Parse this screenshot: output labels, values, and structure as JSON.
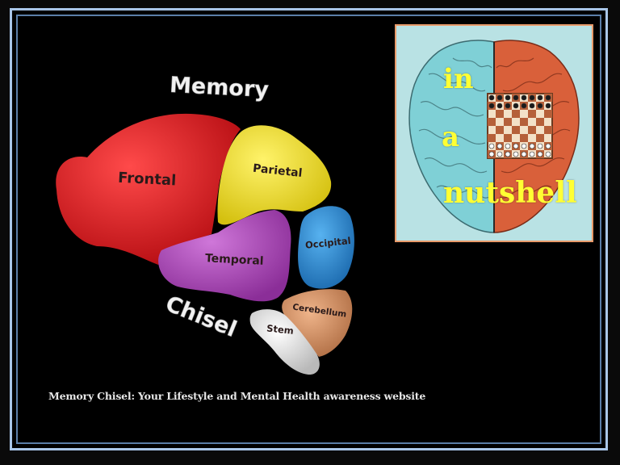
{
  "logo": {
    "title_top": "Memory",
    "title_bottom": "Chisel",
    "lobes": {
      "frontal": "Frontal",
      "parietal": "Parietal",
      "temporal": "Temporal",
      "occipital": "Occipital",
      "cerebellum": "Cerebellum",
      "stem": "Stem"
    },
    "lobe_colors": {
      "frontal": "#e21b22",
      "parietal": "#f5e41f",
      "temporal": "#b24dbf",
      "occipital": "#2f8fd8",
      "cerebellum": "#d3936a",
      "stem": "#e8e8e8"
    }
  },
  "tagline": "Memory Chisel: Your Lifestyle and Mental Health awareness website",
  "nutshell": {
    "line1": "in",
    "line2": "a",
    "line3": "nutshell",
    "text_color": "#ffff33",
    "left_hemisphere_color": "#7fd0d6",
    "right_hemisphere_color": "#d9603a",
    "icon": "chessboard-icon"
  },
  "frame_colors": {
    "outer_border": "#a9c6e8",
    "inner_border": "#5b7ea8",
    "background": "#000000"
  }
}
